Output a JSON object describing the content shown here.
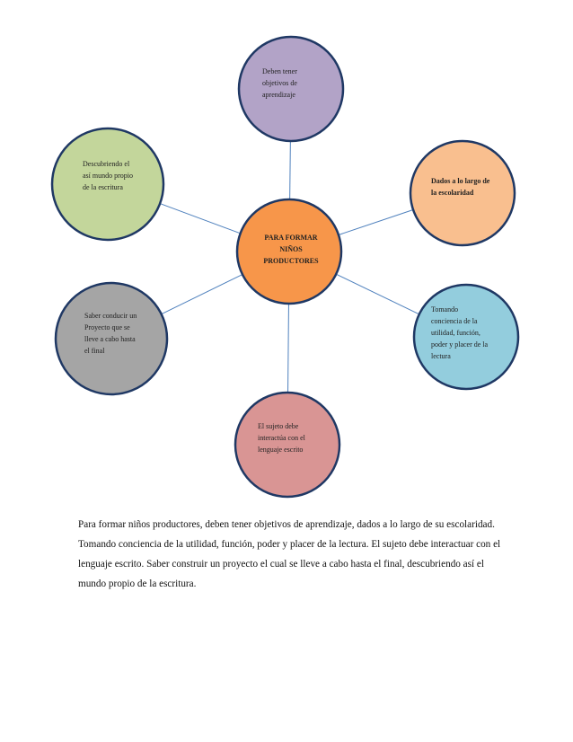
{
  "diagram": {
    "center": {
      "label_lines": [
        "PARA FORMAR",
        "NIÑOS",
        "PRODUCTORES"
      ],
      "fill": "#f7964a"
    },
    "nodes": [
      {
        "id": "top",
        "label_lines": [
          "Deben tener",
          "objetivos de",
          "aprendizaje"
        ],
        "fill": "#b2a3c7"
      },
      {
        "id": "upper-right",
        "label_lines": [
          "Dados a lo largo de",
          "la escolaridad"
        ],
        "fill": "#f9bf8f",
        "bold": true
      },
      {
        "id": "lower-right",
        "label_lines": [
          "Tomando",
          "conciencia de la",
          "utilidad, función,",
          "poder y placer de la",
          "lectura"
        ],
        "fill": "#93cddd"
      },
      {
        "id": "bottom",
        "label_lines": [
          "El sujeto debe",
          "interactúa con el",
          "lenguaje escrito"
        ],
        "fill": "#d99594"
      },
      {
        "id": "lower-left",
        "label_lines": [
          "Saber conducir  un",
          "Proyecto que se",
          "lleve a cabo hasta",
          "el final"
        ],
        "fill": "#a5a5a5"
      },
      {
        "id": "upper-left",
        "label_lines": [
          "Descubriendo  el",
          "así mundo  propio",
          "de  la escritura"
        ],
        "fill": "#c3d69b"
      }
    ],
    "stroke_color": "#1f3864",
    "connector_color": "#4f81bd"
  },
  "paragraph": "Para formar niños productores, deben tener objetivos de aprendizaje, dados a lo largo de su escolaridad. Tomando  conciencia de la utilidad, función, poder y placer de la lectura.  El sujeto debe interactuar con el lenguaje escrito. Saber construir un proyecto el cual se   lleve a cabo hasta el final, descubriendo así  el mundo propio de la escritura."
}
